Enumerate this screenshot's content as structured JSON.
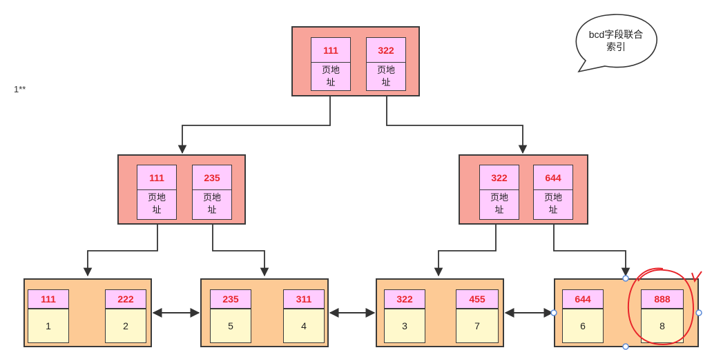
{
  "side_label": "1**",
  "callout": {
    "line1": "bcd字段联合",
    "line2": "索引"
  },
  "root": {
    "keys": [
      {
        "value": "111",
        "addr1": "页地",
        "addr2": "址"
      },
      {
        "value": "322",
        "addr1": "页地",
        "addr2": "址"
      }
    ]
  },
  "internal_left": {
    "keys": [
      {
        "value": "111",
        "addr1": "页地",
        "addr2": "址"
      },
      {
        "value": "235",
        "addr1": "页地",
        "addr2": "址"
      }
    ]
  },
  "internal_right": {
    "keys": [
      {
        "value": "322",
        "addr1": "页地",
        "addr2": "址"
      },
      {
        "value": "644",
        "addr1": "页地",
        "addr2": "址"
      }
    ]
  },
  "leaves": [
    {
      "entries": [
        {
          "key": "111",
          "data": "1"
        },
        {
          "key": "222",
          "data": "2"
        }
      ]
    },
    {
      "entries": [
        {
          "key": "235",
          "data": "5"
        },
        {
          "key": "311",
          "data": "4"
        }
      ]
    },
    {
      "entries": [
        {
          "key": "322",
          "data": "3"
        },
        {
          "key": "455",
          "data": "7"
        }
      ]
    },
    {
      "entries": [
        {
          "key": "644",
          "data": "6"
        },
        {
          "key": "888",
          "data": "8"
        }
      ]
    }
  ],
  "colors": {
    "internal_node": "#f8a49a",
    "leaf_node": "#fdca95",
    "key_cell": "#ffccff",
    "data_cell": "#fff9cc",
    "key_text": "#e8252b",
    "annotation": "#e8252b"
  }
}
